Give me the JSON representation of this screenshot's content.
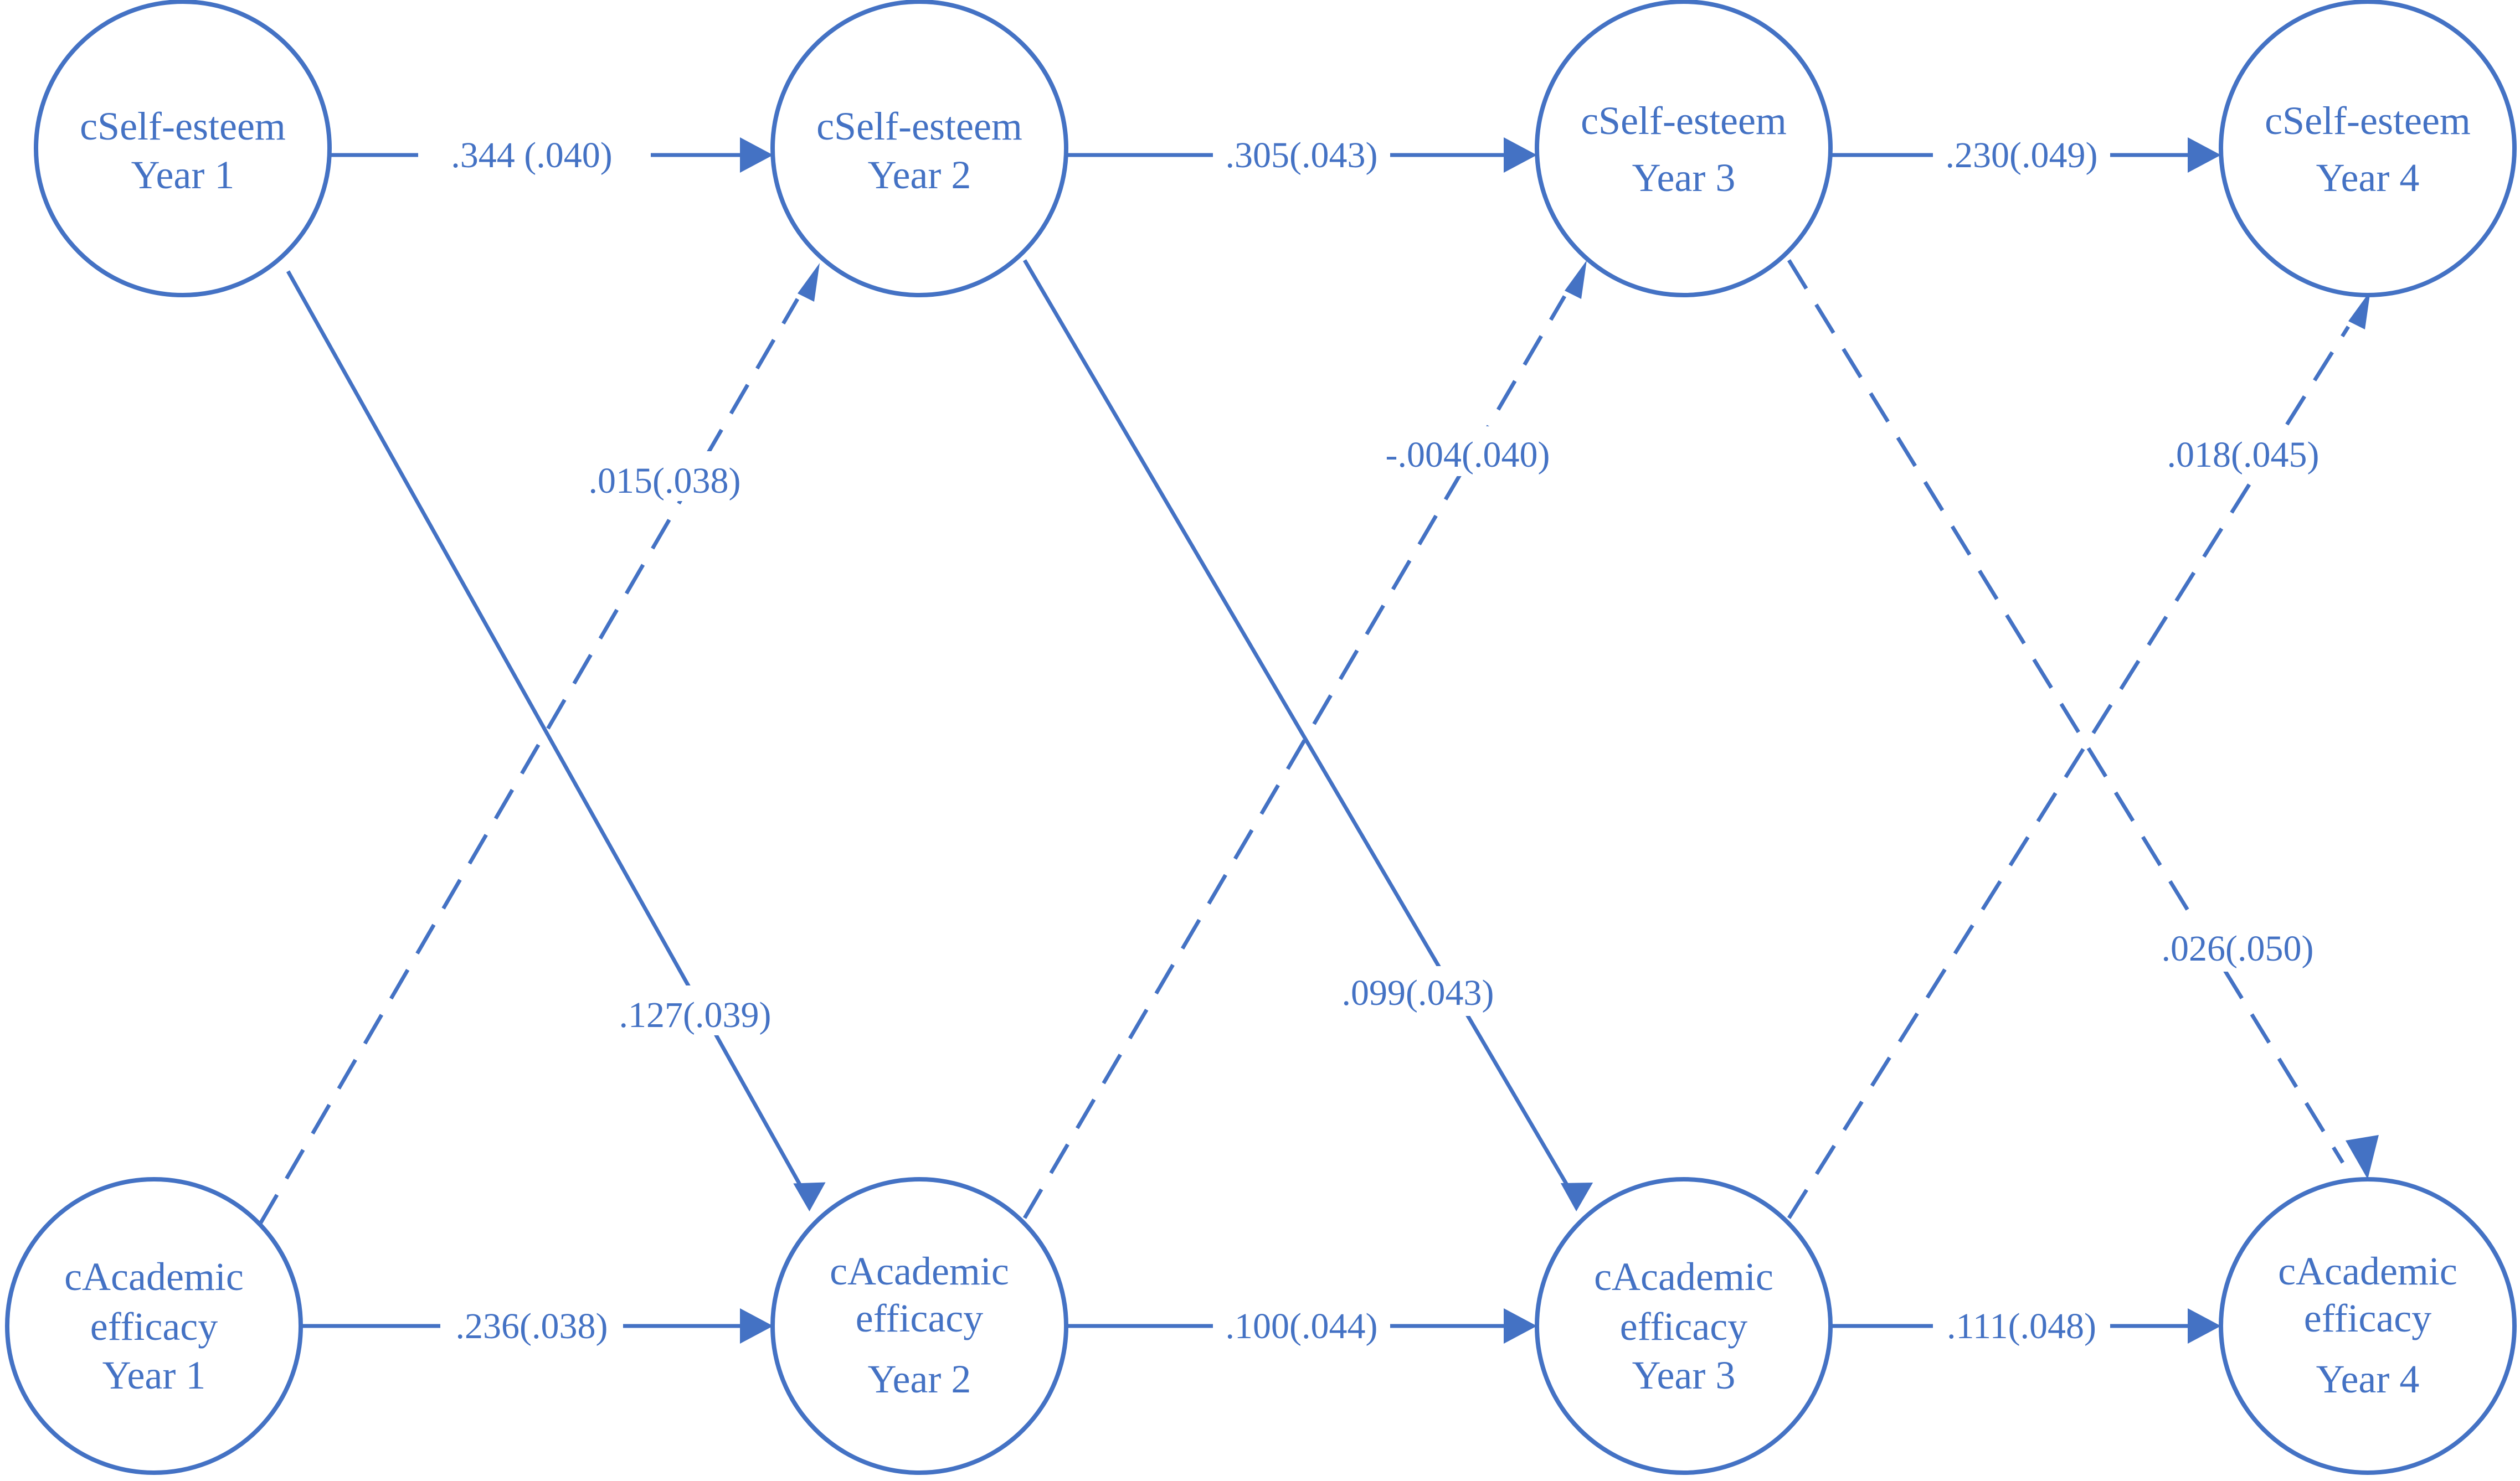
{
  "colors": {
    "stroke": "#4472C4",
    "text": "#4472C4",
    "background": "#ffffff"
  },
  "nodes": {
    "se1": [
      "cSelf-esteem",
      "Year 1"
    ],
    "se2": [
      "cSelf-esteem",
      "Year 2"
    ],
    "se3": [
      "cSelf-esteem",
      "Year 3"
    ],
    "se4": [
      "cSelf-esteem",
      "Year 4"
    ],
    "ae1": [
      "cAcademic",
      "efficacy",
      "Year 1"
    ],
    "ae2": [
      "cAcademic",
      "efficacy",
      "Year 2"
    ],
    "ae3": [
      "cAcademic",
      "efficacy",
      "Year 3"
    ],
    "ae4": [
      "cAcademic",
      "efficacy",
      "Year 4"
    ]
  },
  "paths": [
    {
      "id": "se1-se2",
      "from": "se1",
      "to": "se2",
      "label": ".344 (.040)",
      "style": "solid"
    },
    {
      "id": "se2-se3",
      "from": "se2",
      "to": "se3",
      "label": ".305(.043)",
      "style": "solid"
    },
    {
      "id": "se3-se4",
      "from": "se3",
      "to": "se4",
      "label": ".230(.049)",
      "style": "solid"
    },
    {
      "id": "ae1-ae2",
      "from": "ae1",
      "to": "ae2",
      "label": ".236(.038)",
      "style": "solid"
    },
    {
      "id": "ae2-ae3",
      "from": "ae2",
      "to": "ae3",
      "label": ".100(.044)",
      "style": "solid"
    },
    {
      "id": "ae3-ae4",
      "from": "ae3",
      "to": "ae4",
      "label": ".111(.048)",
      "style": "solid"
    },
    {
      "id": "se1-ae2",
      "from": "se1",
      "to": "ae2",
      "label": ".127(.039)",
      "style": "solid"
    },
    {
      "id": "se2-ae3",
      "from": "se2",
      "to": "ae3",
      "label": ".099(.043)",
      "style": "solid"
    },
    {
      "id": "se3-ae4",
      "from": "se3",
      "to": "ae4",
      "label": ".026(.050)",
      "style": "dashed"
    },
    {
      "id": "ae1-se2",
      "from": "ae1",
      "to": "se2",
      "label": ".015(.038)",
      "style": "dashed"
    },
    {
      "id": "ae2-se3",
      "from": "ae2",
      "to": "se3",
      "label": "-.004(.040)",
      "style": "dashed"
    },
    {
      "id": "ae3-se4",
      "from": "ae3",
      "to": "se4",
      "label": ".018(.045)",
      "style": "dashed"
    }
  ]
}
